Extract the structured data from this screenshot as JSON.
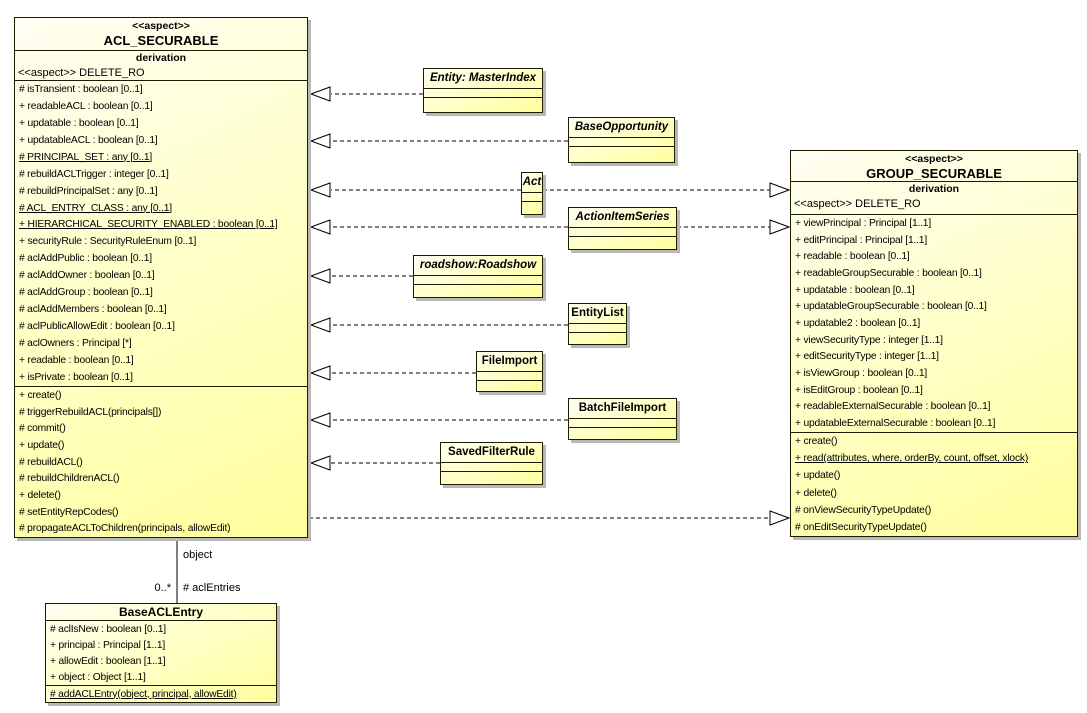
{
  "classes": {
    "acl": {
      "stereotype": "<<aspect>>",
      "name": "ACL_SECURABLE",
      "derivation": "derivation",
      "secondary_stereotype": "<<aspect>> DELETE_RO",
      "attributes": [
        {
          "t": "# isTransient : boolean [0..1]"
        },
        {
          "t": "+ readableACL : boolean [0..1]"
        },
        {
          "t": "+ updatable : boolean [0..1]"
        },
        {
          "t": "+ updatableACL : boolean [0..1]"
        },
        {
          "t": "# PRINCIPAL_SET : any [0..1]",
          "u": true
        },
        {
          "t": "# rebuildACLTrigger : integer [0..1]"
        },
        {
          "t": "# rebuildPrincipalSet : any [0..1]"
        },
        {
          "t": "# ACL_ENTRY_CLASS : any [0..1]",
          "u": true
        },
        {
          "t": "+ HIERARCHICAL_SECURITY_ENABLED : boolean [0..1]",
          "u": true
        },
        {
          "t": "+ securityRule : SecurityRuleEnum [0..1]"
        },
        {
          "t": "# aclAddPublic : boolean [0..1]"
        },
        {
          "t": "# aclAddOwner : boolean [0..1]"
        },
        {
          "t": "# aclAddGroup : boolean [0..1]"
        },
        {
          "t": "# aclAddMembers : boolean [0..1]"
        },
        {
          "t": "# aclPublicAllowEdit : boolean [0..1]"
        },
        {
          "t": "# aclOwners : Principal [*]"
        },
        {
          "t": "+ readable : boolean [0..1]"
        },
        {
          "t": "+ isPrivate : boolean [0..1]"
        }
      ],
      "operations": [
        {
          "t": "+ create()"
        },
        {
          "t": "# triggerRebuildACL(principals[])"
        },
        {
          "t": "# commit()"
        },
        {
          "t": "+ update()"
        },
        {
          "t": "# rebuildACL()"
        },
        {
          "t": "# rebuildChildrenACL()"
        },
        {
          "t": "+ delete()"
        },
        {
          "t": "# setEntityRepCodes()"
        },
        {
          "t": "# propagateACLToChildren(principals, allowEdit)"
        }
      ]
    },
    "group": {
      "stereotype": "<<aspect>>",
      "name": "GROUP_SECURABLE",
      "derivation": "derivation",
      "secondary_stereotype": "<<aspect>> DELETE_RO",
      "attributes": [
        {
          "t": "+ viewPrincipal : Principal [1..1]"
        },
        {
          "t": "+ editPrincipal : Principal [1..1]"
        },
        {
          "t": "+ readable : boolean [0..1]"
        },
        {
          "t": "+ readableGroupSecurable : boolean [0..1]"
        },
        {
          "t": "+ updatable : boolean [0..1]"
        },
        {
          "t": "+ updatableGroupSecurable : boolean [0..1]"
        },
        {
          "t": "+ updatable2 : boolean [0..1]"
        },
        {
          "t": "+ viewSecurityType : integer [1..1]"
        },
        {
          "t": "+ editSecurityType : integer [1..1]"
        },
        {
          "t": "+ isViewGroup : boolean [0..1]"
        },
        {
          "t": "+ isEditGroup : boolean [0..1]"
        },
        {
          "t": "+ readableExternalSecurable : boolean [0..1]"
        },
        {
          "t": "+ updatableExternalSecurable : boolean [0..1]"
        }
      ],
      "operations": [
        {
          "t": "+ create()"
        },
        {
          "t": "+ read(attributes, where, orderBy, count, offset, xlock)",
          "u": true
        },
        {
          "t": "+ update()"
        },
        {
          "t": "+ delete()"
        },
        {
          "t": "# onViewSecurityTypeUpdate()"
        },
        {
          "t": "# onEditSecurityTypeUpdate()"
        }
      ]
    },
    "base_acl_entry": {
      "name": "BaseACLEntry",
      "attributes": [
        {
          "t": "# aclIsNew : boolean [0..1]"
        },
        {
          "t": "+ principal : Principal [1..1]"
        },
        {
          "t": "+ allowEdit : boolean [1..1]"
        },
        {
          "t": "+ object : Object [1..1]"
        }
      ],
      "operations": [
        {
          "t": "# addACLEntry(object, principal, allowEdit)",
          "u": true
        }
      ]
    },
    "satellites": [
      {
        "name": "Entity: MasterIndex",
        "abstract": true
      },
      {
        "name": "BaseOpportunity",
        "abstract": true
      },
      {
        "name": "Act",
        "abstract": true
      },
      {
        "name": "ActionItemSeries",
        "abstract": true
      },
      {
        "name": "roadshow:Roadshow",
        "abstract": true
      },
      {
        "name": "EntityList",
        "abstract": false
      },
      {
        "name": "FileImport",
        "abstract": false
      },
      {
        "name": "BatchFileImport",
        "abstract": false
      },
      {
        "name": "SavedFilterRule",
        "abstract": false
      }
    ]
  },
  "association": {
    "role_top": "object",
    "multiplicity": "0..*",
    "role_bottom": "# aclEntries"
  },
  "colors": {
    "box_fill_top": "#fffef2",
    "box_fill_bottom": "#ffff9e",
    "box_border": "#1c1c00",
    "shadow": "#b8b8b8",
    "connector": "#000000"
  }
}
